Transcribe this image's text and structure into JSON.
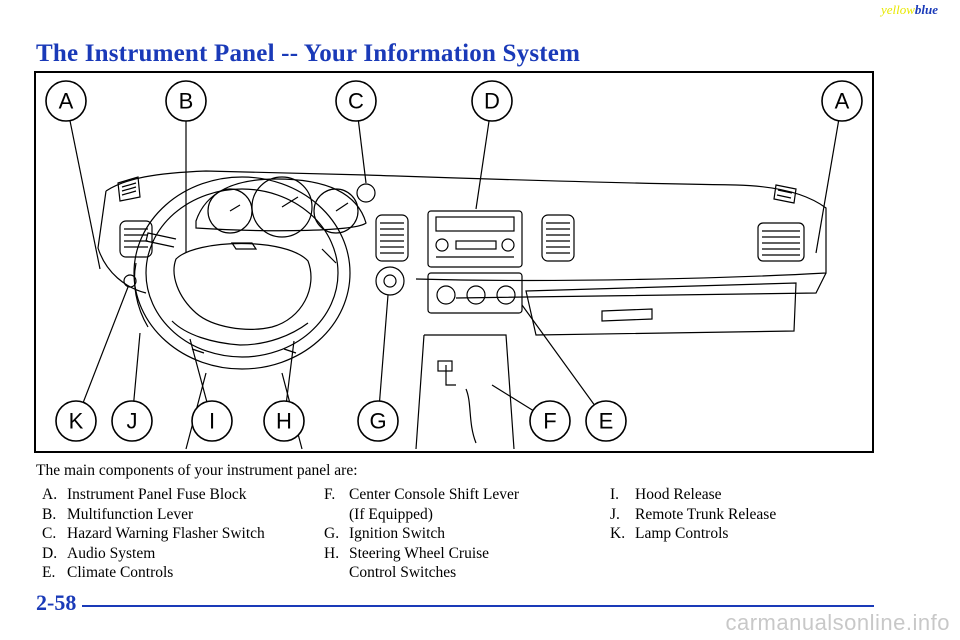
{
  "brand": {
    "part1": "yellow",
    "part2": "blue"
  },
  "page": {
    "title": "The Instrument Panel -- Your Information System",
    "number": "2-58"
  },
  "figure": {
    "callouts_top": [
      "A",
      "B",
      "C",
      "D",
      "A"
    ],
    "callouts_bottom": [
      "K",
      "J",
      "I",
      "H",
      "G",
      "F",
      "E"
    ]
  },
  "intro": "The main components of your instrument panel are:",
  "components": {
    "col1": [
      {
        "letter": "A.",
        "text": "Instrument Panel Fuse Block"
      },
      {
        "letter": "B.",
        "text": "Multifunction Lever"
      },
      {
        "letter": "C.",
        "text": "Hazard Warning Flasher Switch"
      },
      {
        "letter": "D.",
        "text": "Audio System"
      },
      {
        "letter": "E.",
        "text": "Climate Controls"
      }
    ],
    "col2": [
      {
        "letter": "F.",
        "text": "Center Console Shift Lever",
        "cont": "(If Equipped)"
      },
      {
        "letter": "G.",
        "text": "Ignition Switch"
      },
      {
        "letter": "H.",
        "text": "Steering Wheel Cruise",
        "cont": "Control Switches"
      }
    ],
    "col3": [
      {
        "letter": "I.",
        "text": "Hood Release"
      },
      {
        "letter": "J.",
        "text": "Remote Trunk Release"
      },
      {
        "letter": "K.",
        "text": "Lamp Controls"
      }
    ]
  },
  "watermark": "carmanualsonline.info",
  "colors": {
    "accent": "#1a3ab8",
    "brand_yellow": "#e8e800"
  }
}
